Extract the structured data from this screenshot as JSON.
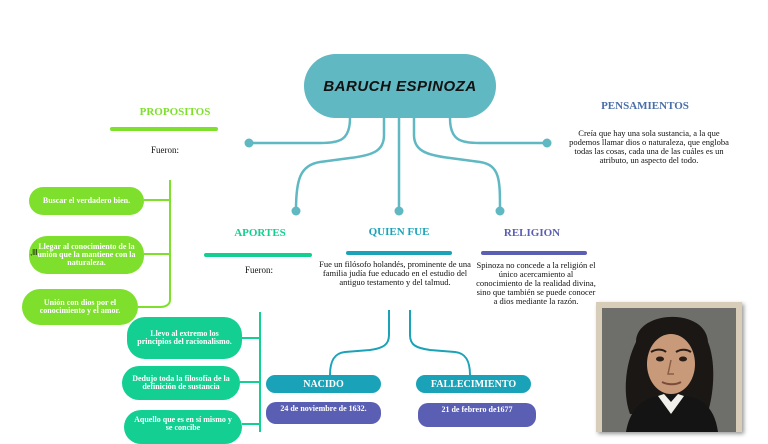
{
  "title": "BARUCH  ESPINOZA",
  "colors": {
    "central": "#5fb8c2",
    "green": "#7ee02c",
    "teal": "#14cf92",
    "cyan": "#1aa3b8",
    "violet": "#5b5fb3"
  },
  "propositos": {
    "heading": "PROPOSITOS",
    "connector": "Fueron:",
    "items": [
      "Buscar el verdadero bien.",
      "Llegar al conocimiento de la unión que la mantiene con la naturaleza.",
      "Unión con dios por el conocimiento y el amor."
    ],
    "side_mark": ",lll"
  },
  "pensamientos": {
    "heading": "PENSAMIENTOS",
    "text": "Creía que hay una sola sustancia, a la que podemos llamar dios o naturaleza, que engloba todas las cosas, cada una de las cuáles es un atributo, un aspecto del todo."
  },
  "aportes": {
    "heading": "APORTES",
    "connector": "Fueron:",
    "items": [
      "Llevo al extremo los principios del racionalismo.",
      "Dedujo toda la filosofía de la definición de sustancia",
      "Aquello que es en sí mismo y se concibe"
    ]
  },
  "quien_fue": {
    "heading": "QUIEN FUE",
    "text": "Fue un filósofo holandés, prominente de una familia judía fue educado en el estudio del antiguo testamento y del talmud.",
    "nacido": {
      "label": "NACIDO",
      "date": "24 de noviembre de 1632."
    },
    "fallecimiento": {
      "label": "FALLECIMIENTO",
      "date": "21 de febrero de1677"
    }
  },
  "religion": {
    "heading": "RELIGION",
    "text": "Spinoza no concede a la religión el único acercamiento al conocimiento de la realidad divina, sino que también se puede conocer a dios mediante la razón."
  }
}
